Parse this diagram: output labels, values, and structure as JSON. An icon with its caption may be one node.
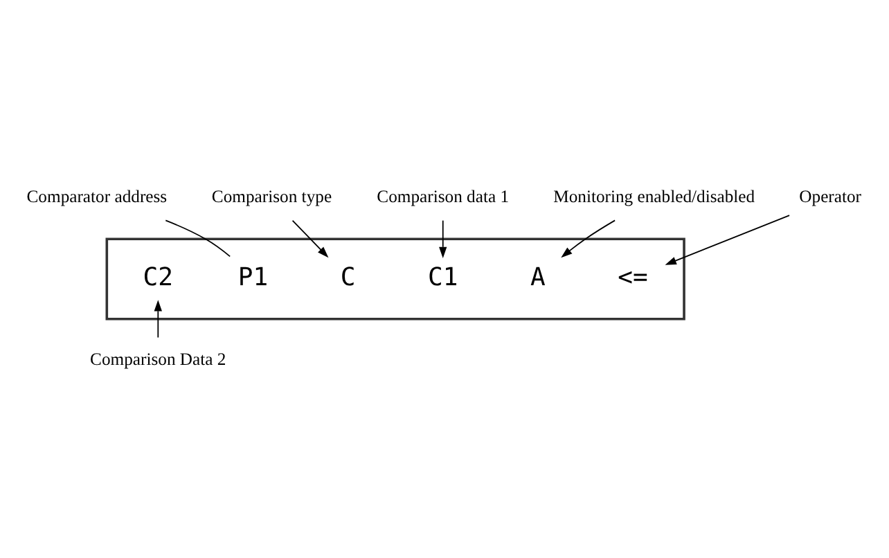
{
  "diagram": {
    "nodes": [
      {
        "text": [
          "Comparator address"
        ]
      },
      {
        "text": [
          "Comparison type"
        ]
      },
      {
        "text": [
          "Comparison data 1"
        ]
      },
      {
        "text": [],
        "shape": "box"
      },
      {
        "text": [
          "P1"
        ],
        "in": 3
      },
      {
        "text": [
          "C"
        ],
        "in": 3
      },
      {
        "text": [
          "A"
        ],
        "in": 3
      },
      {
        "text": [
          "Monitoring enabled/disabled"
        ]
      },
      {
        "text": [
          "C1"
        ],
        "in": 3
      },
      {
        "text": [
          "<="
        ],
        "in": 3
      },
      {
        "text": [
          "Operator"
        ]
      },
      {
        "text": [
          "C2"
        ],
        "in": 3
      },
      {
        "text": [
          "Comparison Data 2"
        ]
      }
    ],
    "edges": [
      {
        "from": 0,
        "to": 4,
        "arrow": "none"
      },
      {
        "from": 1,
        "to": 5,
        "arrow": "to"
      },
      {
        "from": 2,
        "to": 8,
        "arrow": "to"
      },
      {
        "from": 7,
        "to": 6,
        "arrow": "to"
      },
      {
        "from": 10,
        "to": 9,
        "arrow": "to"
      },
      {
        "from": 12,
        "to": 11,
        "arrow": "to"
      }
    ]
  }
}
